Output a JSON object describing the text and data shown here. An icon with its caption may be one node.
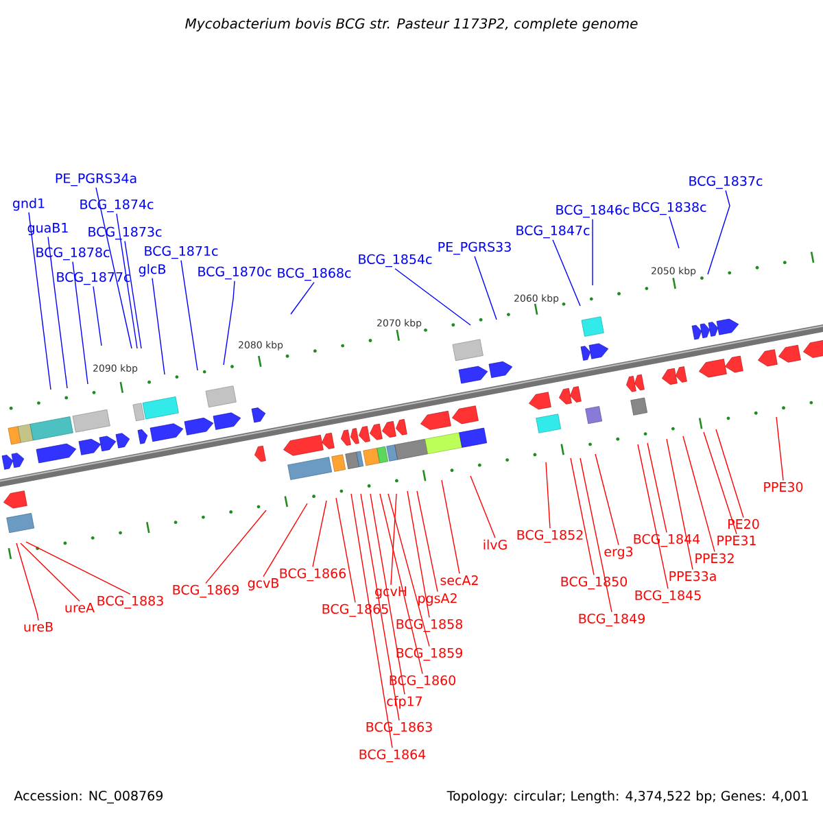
{
  "diagram": {
    "title": "Mycobacterium bovis BCG str. Pasteur 1173P2, complete genome",
    "nodes": [
      {
        "text": [
          "PE_PGRS34a"
        ]
      },
      {
        "text": [
          "gnd1"
        ]
      },
      {
        "text": [
          "BCG_1874c"
        ]
      },
      {
        "text": [
          "guaB1"
        ]
      },
      {
        "text": [
          "BCG_1873c"
        ]
      },
      {
        "text": [
          "BCG_1878c"
        ]
      },
      {
        "text": [
          "BCG_1871c"
        ]
      },
      {
        "text": [
          "glcB"
        ]
      },
      {
        "text": [
          "BCG_1877c"
        ]
      },
      {
        "text": [
          "BCG_1870c"
        ]
      },
      {
        "text": [
          "BCG_1868c"
        ]
      },
      {
        "text": [
          "BCG_1854c"
        ]
      },
      {
        "text": [
          "PE_PGRS33"
        ]
      },
      {
        "text": [
          "BCG_1847c"
        ]
      },
      {
        "text": [
          "BCG_1846c"
        ]
      },
      {
        "text": [
          "BCG_1838c"
        ]
      },
      {
        "text": [
          "BCG_1837c"
        ]
      },
      {
        "text": [
          "PPE30"
        ]
      },
      {
        "text": [
          "PE20"
        ]
      },
      {
        "text": [
          "PPE31"
        ]
      },
      {
        "text": [
          "BCG_1844"
        ]
      },
      {
        "text": [
          "ilvG"
        ]
      },
      {
        "text": [
          "BCG_1852"
        ]
      },
      {
        "text": [
          "erg3"
        ]
      },
      {
        "text": [
          "PPE32"
        ]
      },
      {
        "text": [
          "PPE33a"
        ]
      },
      {
        "text": [
          "secA2"
        ]
      },
      {
        "text": [
          "BCG_1850"
        ]
      },
      {
        "text": [
          "BCG_1869"
        ]
      },
      {
        "text": [
          "gcvB"
        ]
      },
      {
        "text": [
          "BCG_1866"
        ]
      },
      {
        "text": [
          "gcvH"
        ]
      },
      {
        "text": [
          "BCG_1865"
        ]
      },
      {
        "text": [
          "BCG_1883"
        ]
      },
      {
        "text": [
          "ureA"
        ]
      },
      {
        "text": [
          "ureB"
        ]
      },
      {
        "text": [
          "pgsA2"
        ]
      },
      {
        "text": [
          "BCG_1845"
        ]
      },
      {
        "text": [
          "BCG_1849"
        ]
      },
      {
        "text": [
          "BCG_1858"
        ]
      },
      {
        "text": [
          "BCG_1859"
        ]
      },
      {
        "text": [
          "BCG_1860"
        ]
      },
      {
        "text": [
          "cfp17"
        ]
      },
      {
        "text": [
          "BCG_1863"
        ]
      },
      {
        "text": [
          "BCG_1864"
        ]
      }
    ],
    "edges": [
      {
        "from": 0,
        "to": null,
        "arrow": "none",
        "color": "#0000ff"
      },
      {
        "from": 1,
        "to": null,
        "arrow": "none",
        "color": "#0000ff"
      },
      {
        "from": 2,
        "to": null,
        "arrow": "none",
        "color": "#0000ff"
      },
      {
        "from": 3,
        "to": null,
        "arrow": "none",
        "color": "#0000ff"
      },
      {
        "from": 4,
        "to": null,
        "arrow": "none",
        "color": "#0000ff"
      },
      {
        "from": 5,
        "to": null,
        "arrow": "none",
        "color": "#0000ff"
      },
      {
        "from": 6,
        "to": null,
        "arrow": "none",
        "color": "#0000ff"
      },
      {
        "from": 7,
        "to": null,
        "arrow": "none",
        "color": "#0000ff"
      },
      {
        "from": 8,
        "to": null,
        "arrow": "none",
        "color": "#0000ff"
      },
      {
        "from": 9,
        "to": null,
        "arrow": "none",
        "color": "#0000ff"
      },
      {
        "from": 10,
        "to": null,
        "arrow": "none",
        "color": "#0000ff"
      },
      {
        "from": 11,
        "to": null,
        "arrow": "none",
        "color": "#0000ff"
      },
      {
        "from": 12,
        "to": null,
        "arrow": "none",
        "color": "#0000ff"
      },
      {
        "from": 13,
        "to": null,
        "arrow": "none",
        "color": "#0000ff"
      },
      {
        "from": 14,
        "to": null,
        "arrow": "none",
        "color": "#0000ff"
      },
      {
        "from": 15,
        "to": null,
        "arrow": "none",
        "color": "#0000ff"
      },
      {
        "from": 16,
        "to": null,
        "arrow": "none",
        "color": "#0000ff"
      },
      {
        "from": 17,
        "to": null,
        "arrow": "none"
      },
      {
        "from": 18,
        "to": null,
        "arrow": "none"
      },
      {
        "from": 19,
        "to": null,
        "arrow": "none"
      },
      {
        "from": 20,
        "to": null,
        "arrow": "none"
      },
      {
        "from": 21,
        "to": null,
        "arrow": "none"
      },
      {
        "from": 22,
        "to": null,
        "arrow": "none"
      },
      {
        "from": 23,
        "to": null,
        "arrow": "none"
      },
      {
        "from": 24,
        "to": null,
        "arrow": "none"
      },
      {
        "from": 25,
        "to": null,
        "arrow": "none"
      },
      {
        "from": 26,
        "to": null,
        "arrow": "none"
      },
      {
        "from": 27,
        "to": null,
        "arrow": "none"
      },
      {
        "from": 28,
        "to": null,
        "arrow": "none"
      },
      {
        "from": 29,
        "to": null,
        "arrow": "none"
      },
      {
        "from": 30,
        "to": null,
        "arrow": "none"
      },
      {
        "from": 31,
        "to": null,
        "arrow": "none"
      },
      {
        "from": 32,
        "to": null,
        "arrow": "none"
      },
      {
        "from": 33,
        "to": null,
        "arrow": "none"
      },
      {
        "from": 34,
        "to": null,
        "arrow": "none"
      },
      {
        "from": 35,
        "to": null,
        "arrow": "none"
      },
      {
        "from": 36,
        "to": null,
        "arrow": "none"
      },
      {
        "from": 37,
        "to": null,
        "arrow": "none"
      },
      {
        "from": 38,
        "to": null,
        "arrow": "none"
      },
      {
        "from": 39,
        "to": null,
        "arrow": "none"
      },
      {
        "from": 40,
        "to": null,
        "arrow": "none"
      },
      {
        "from": 41,
        "to": null,
        "arrow": "none"
      },
      {
        "from": 42,
        "to": null,
        "arrow": "none"
      },
      {
        "from": 43,
        "to": null,
        "arrow": "none"
      },
      {
        "from": 44,
        "to": null,
        "arrow": "none"
      }
    ],
    "labels": [
      "2090 kbp",
      "2080 kbp",
      "2070 kbp",
      "2060 kbp",
      "2050 kbp",
      "Accession: NC_008769",
      "Topology: circular; Length: 4,374,522 bp; Genes: 4,001"
    ]
  }
}
